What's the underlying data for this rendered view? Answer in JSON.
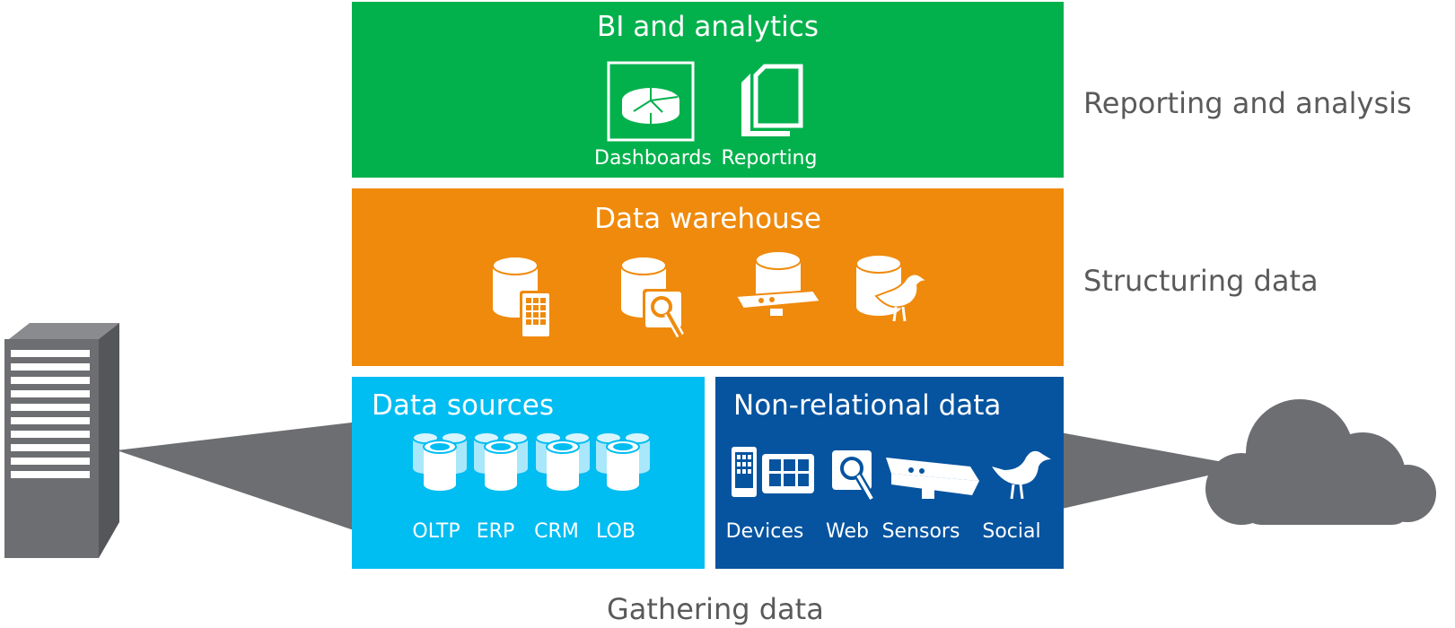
{
  "bi": {
    "title": "BI and analytics",
    "items": [
      {
        "label": "Dashboards",
        "icon": "pie-chart-icon"
      },
      {
        "label": "Reporting",
        "icon": "document-stack-icon"
      }
    ],
    "color": "#03b14c"
  },
  "warehouse": {
    "title": "Data warehouse",
    "icons": [
      "database-device-icon",
      "database-search-icon",
      "database-sensor-icon",
      "database-bird-icon"
    ],
    "color": "#ef8a0c"
  },
  "sources": {
    "title": "Data sources",
    "items": [
      {
        "label": "OLTP",
        "icon": "database-icon"
      },
      {
        "label": "ERP",
        "icon": "database-icon"
      },
      {
        "label": "CRM",
        "icon": "database-icon"
      },
      {
        "label": "LOB",
        "icon": "database-icon"
      }
    ],
    "color": "#00bdf2"
  },
  "nonrelational": {
    "title": "Non-relational data",
    "items": [
      {
        "label": "Devices",
        "icon": "devices-icon"
      },
      {
        "label": "Web",
        "icon": "web-search-icon"
      },
      {
        "label": "Sensors",
        "icon": "sensor-bar-icon"
      },
      {
        "label": "Social",
        "icon": "bird-icon"
      }
    ],
    "color": "#0654a0"
  },
  "side_labels": {
    "reporting": "Reporting and analysis",
    "structuring": "Structuring data",
    "gathering": "Gathering data"
  },
  "decor": {
    "server": "server-icon",
    "cloud": "cloud-icon",
    "gray": "#6d6e71"
  }
}
